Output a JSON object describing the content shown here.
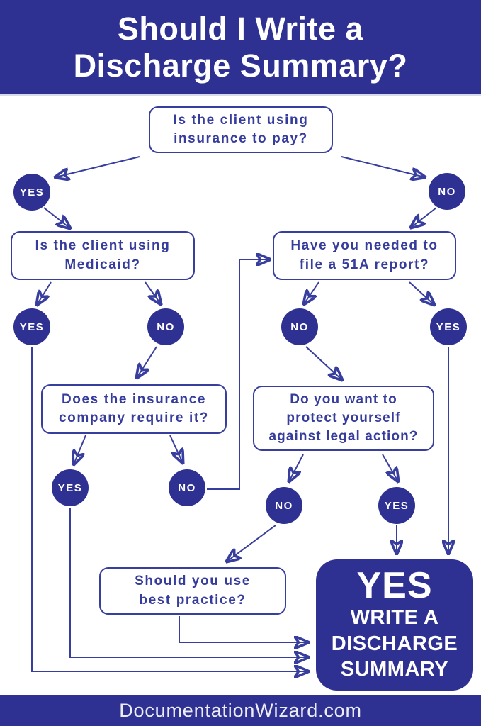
{
  "header": {
    "title_line1": "Should I Write a",
    "title_line2": "Discharge Summary?"
  },
  "footer": {
    "website": "DocumentationWizard.com"
  },
  "colors": {
    "primary": "#2E3192",
    "stroke": "#383E9E",
    "background": "#FFFFFF",
    "text_on_primary": "#FFFFFF"
  },
  "labels": {
    "yes": "YES",
    "no": "NO"
  },
  "nodes": {
    "insurance": {
      "line1": "Is the client using",
      "line2": "insurance to pay?"
    },
    "medicaid": {
      "line1": "Is the client using",
      "line2": "Medicaid?"
    },
    "report51a": {
      "line1": "Have you needed to",
      "line2": "file a 51A report?"
    },
    "insurance_require": {
      "line1": "Does the insurance",
      "line2": "company require it?"
    },
    "legal": {
      "line1": "Do you want to",
      "line2": "protect yourself",
      "line3": "against legal action?"
    },
    "best_practice": {
      "line1": "Should you use",
      "line2": "best practice?"
    },
    "result": {
      "headline": "YES",
      "line1": "WRITE A",
      "line2": "DISCHARGE",
      "line3": "SUMMARY"
    }
  }
}
